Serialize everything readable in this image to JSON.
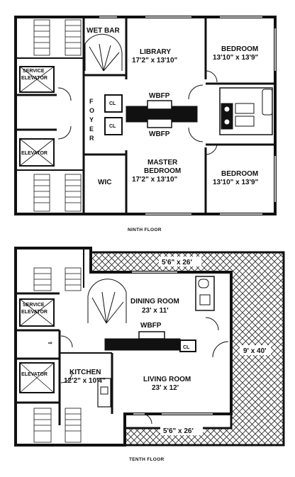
{
  "ninth_floor": {
    "caption": "NINTH FLOOR",
    "wet_bar": "WET BAR",
    "library": {
      "name": "LIBRARY",
      "dims": "17'2\" x 13'10\""
    },
    "bedroom_top": {
      "name": "BEDROOM",
      "dims": "13'10\" x 13'9\""
    },
    "service_elevator": [
      "SERVICE",
      "ELEVATOR"
    ],
    "foyer": [
      "F",
      "O",
      "Y",
      "E",
      "R"
    ],
    "cl_a": "CL",
    "cl_b": "CL",
    "wbfp_a": "WBFP",
    "wbfp_b": "WBFP",
    "elevator": "ELEVATOR",
    "wic": "WIC",
    "master": {
      "name1": "MASTER",
      "name2": "BEDROOM",
      "dims": "17'2\" x 13'10\""
    },
    "bedroom_bottom": {
      "name": "BEDROOM",
      "dims": "13'10\" x 13'9\""
    }
  },
  "tenth_floor": {
    "caption": "TENTH FLOOR",
    "terrace_top": "5'6\" x 26'",
    "service_elevator": [
      "SERVICE",
      "ELEVATOR"
    ],
    "dining": {
      "name": "DINING ROOM",
      "dims": "23' x 11'"
    },
    "wbfp": "WBFP",
    "cl": "CL",
    "terrace_side": "9' x 40'",
    "elevator": "ELEVATOR",
    "kitchen": {
      "name": "KITCHEN",
      "dims": "12'2\" x 10'4\""
    },
    "living": {
      "name": "LIVING ROOM",
      "dims": "23' x 12'"
    },
    "terrace_bottom": "5'6\" x 26'"
  }
}
